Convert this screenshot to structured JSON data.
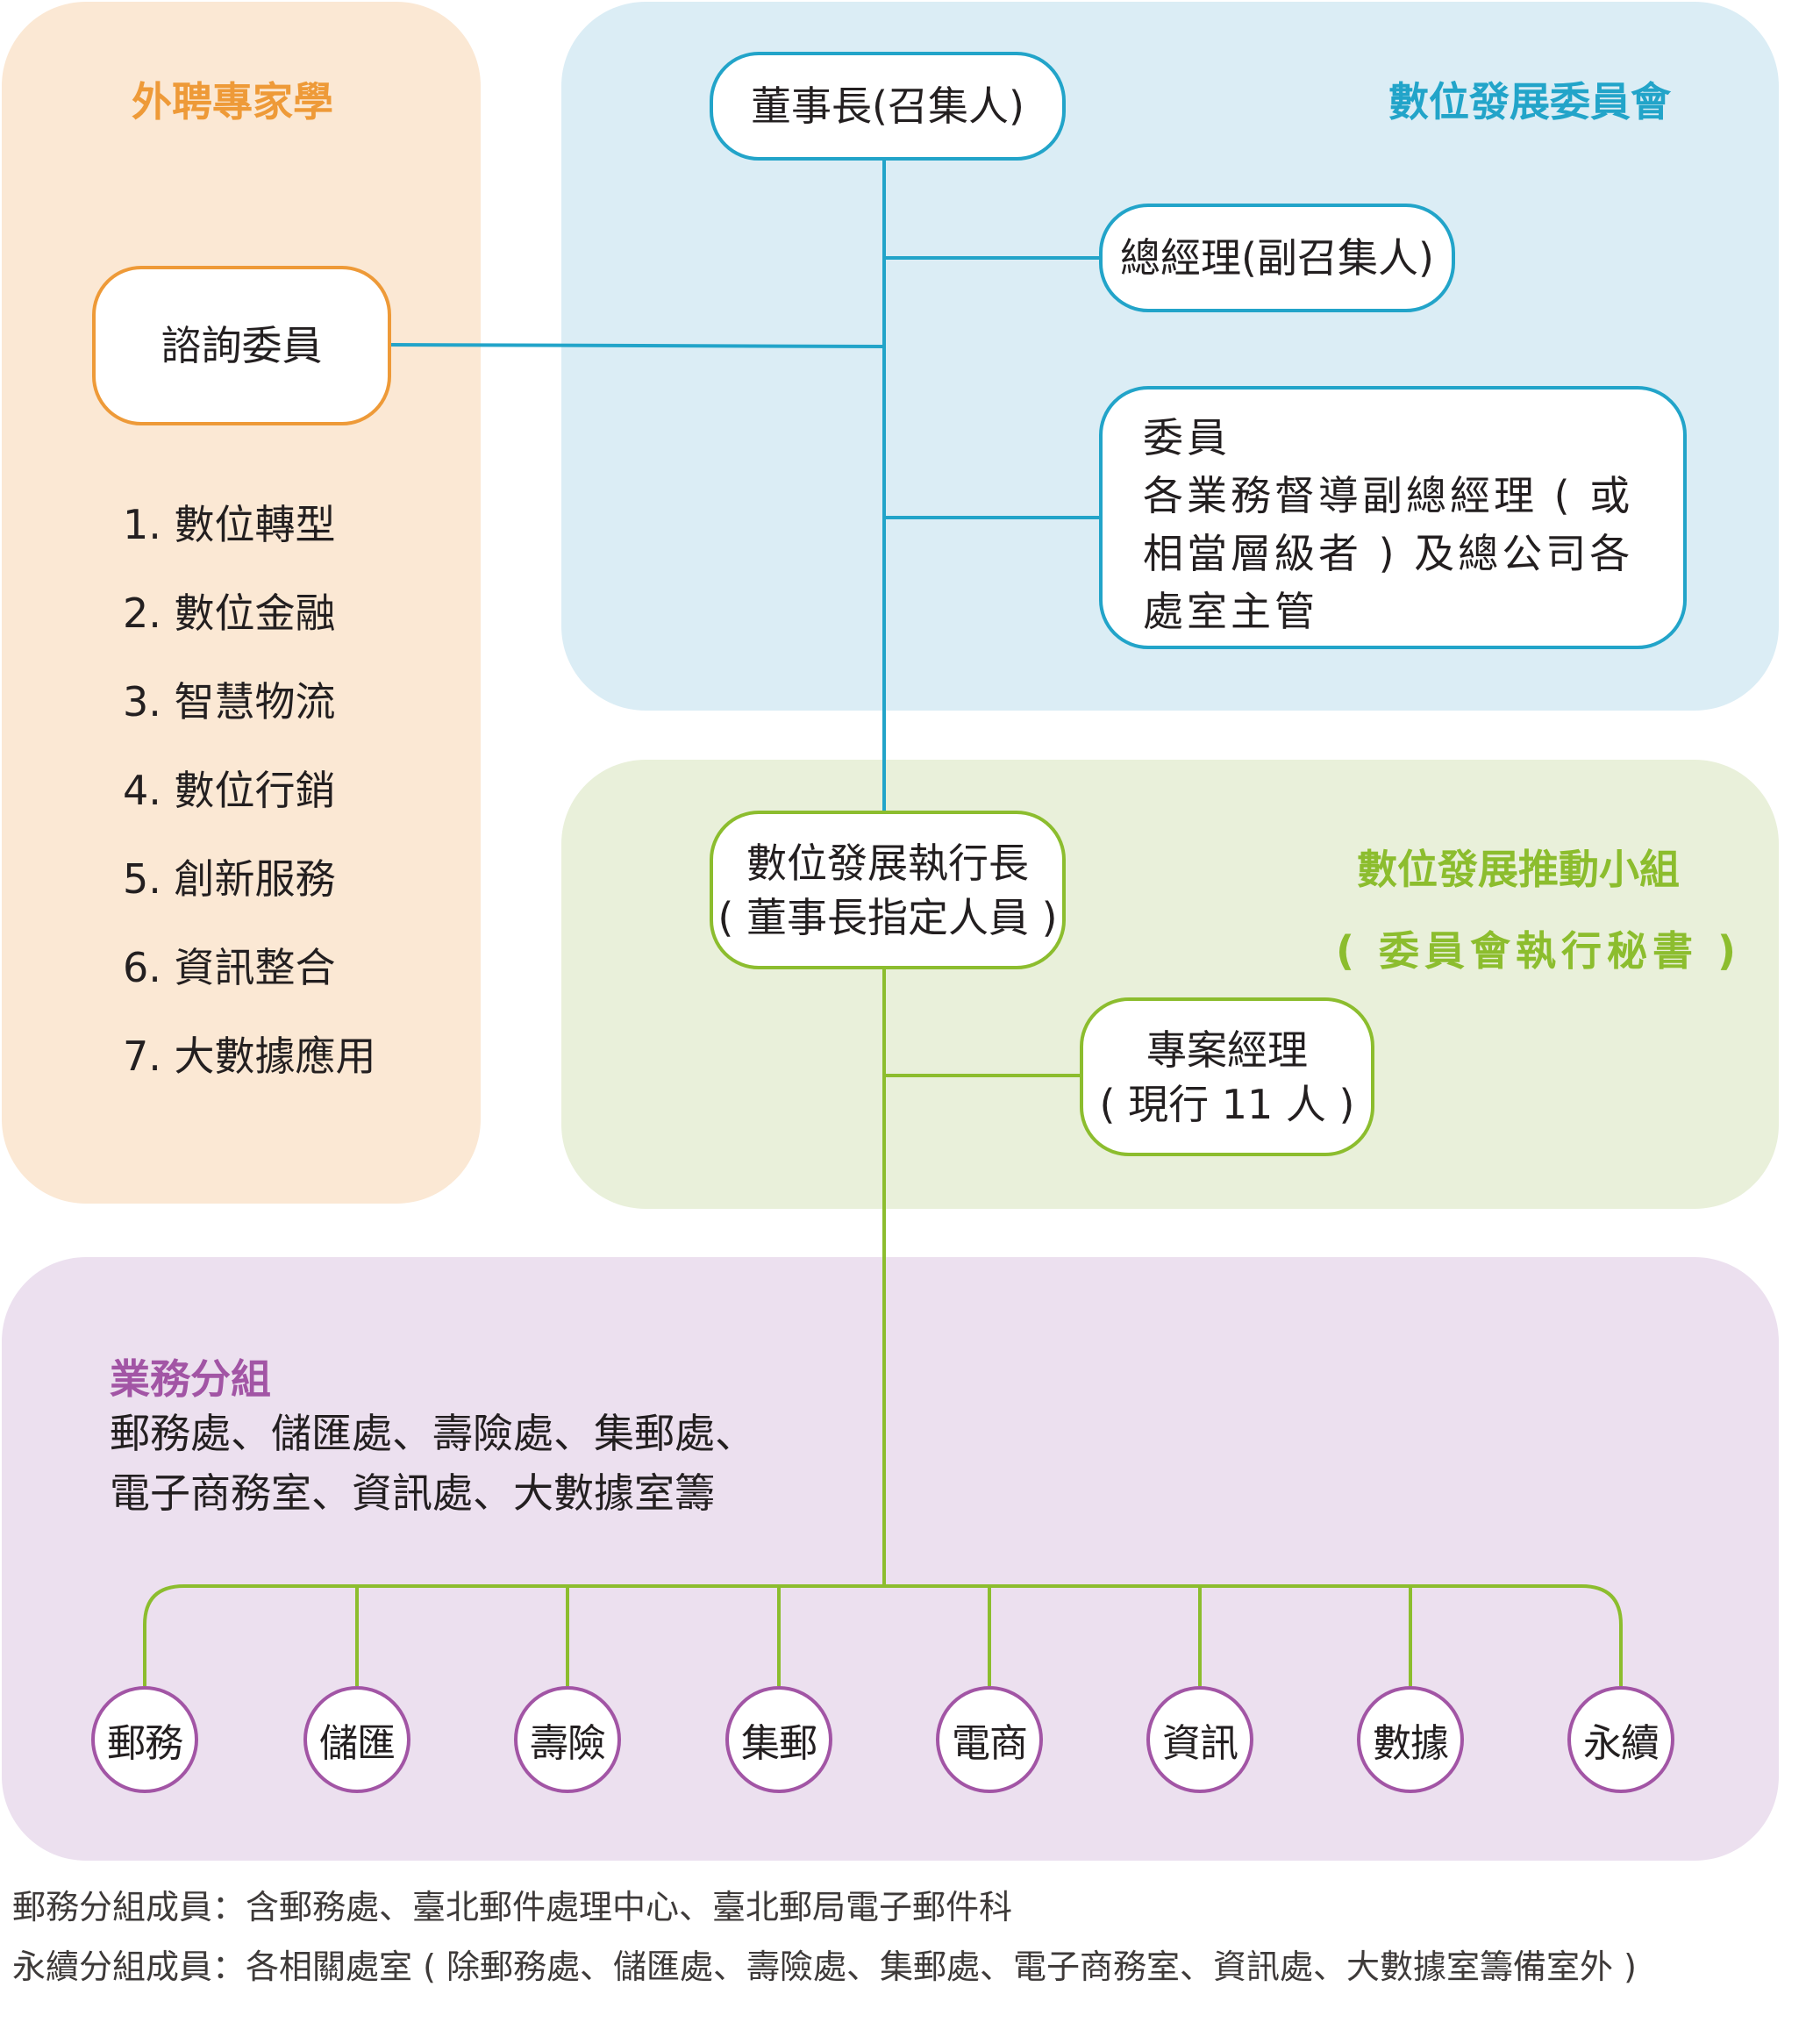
{
  "colors": {
    "orange_accent": "#ee9a38",
    "blue_accent": "#22a4c9",
    "green_accent": "#8cbd2e",
    "purple_accent": "#a255a5"
  },
  "experts": {
    "title": "外聘專家學",
    "advisor_box": "諮詢委員",
    "topics": [
      "1. 數位轉型",
      "2. 數位金融",
      "3. 智慧物流",
      "4. 數位行銷",
      "5. 創新服務",
      "6. 資訊整合",
      "7. 大數據應用"
    ]
  },
  "committee": {
    "title": "數位發展委員會",
    "chairman": "董事長(召集人)",
    "gm": "總經理(副召集人)",
    "members": [
      "委員",
      "各業務督導副總經理 ( 或",
      "相當層級者 ) 及總公司各",
      "處室主管"
    ]
  },
  "task_force": {
    "title_line1": "數位發展推動小組",
    "title_line2": "( 委員會執行秘書 )",
    "ceo_line1": "數位發展執行長",
    "ceo_line2": "( 董事長指定人員 )",
    "pm_line1": "專案經理",
    "pm_line2": "( 現行 11 人 )"
  },
  "business": {
    "title": "業務分組",
    "desc_line1": "郵務處、儲匯處、壽險處、集郵處、",
    "desc_line2": "電子商務室、資訊處、大數據室籌",
    "groups": [
      "郵務",
      "儲匯",
      "壽險",
      "集郵",
      "電商",
      "資訊",
      "數據",
      "永續"
    ]
  },
  "notes": [
    "郵務分組成員：含郵務處、臺北郵件處理中心、臺北郵局電子郵件科",
    "永續分組成員：各相關處室 ( 除郵務處、儲匯處、壽險處、集郵處、電子商務室、資訊處、大數據室籌備室外 )"
  ]
}
